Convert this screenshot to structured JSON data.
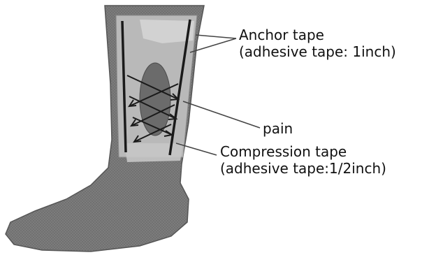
{
  "labels": {
    "anchor_tape": {
      "title": "Anchor tape",
      "detail": "(adhesive tape: 1inch)"
    },
    "pain": {
      "title": "pain"
    },
    "compression_tape": {
      "title": "Compression tape",
      "detail": "(adhesive tape:1/2inch)"
    }
  },
  "colors": {
    "skin": "#7d7d7d",
    "skin_shadow": "#555555",
    "tape": "#b9b9b9",
    "tape_light": "#d6d6d6",
    "pain_area": "#6b6b6b",
    "arrow": "#1a1a1a",
    "leader": "#444444"
  }
}
